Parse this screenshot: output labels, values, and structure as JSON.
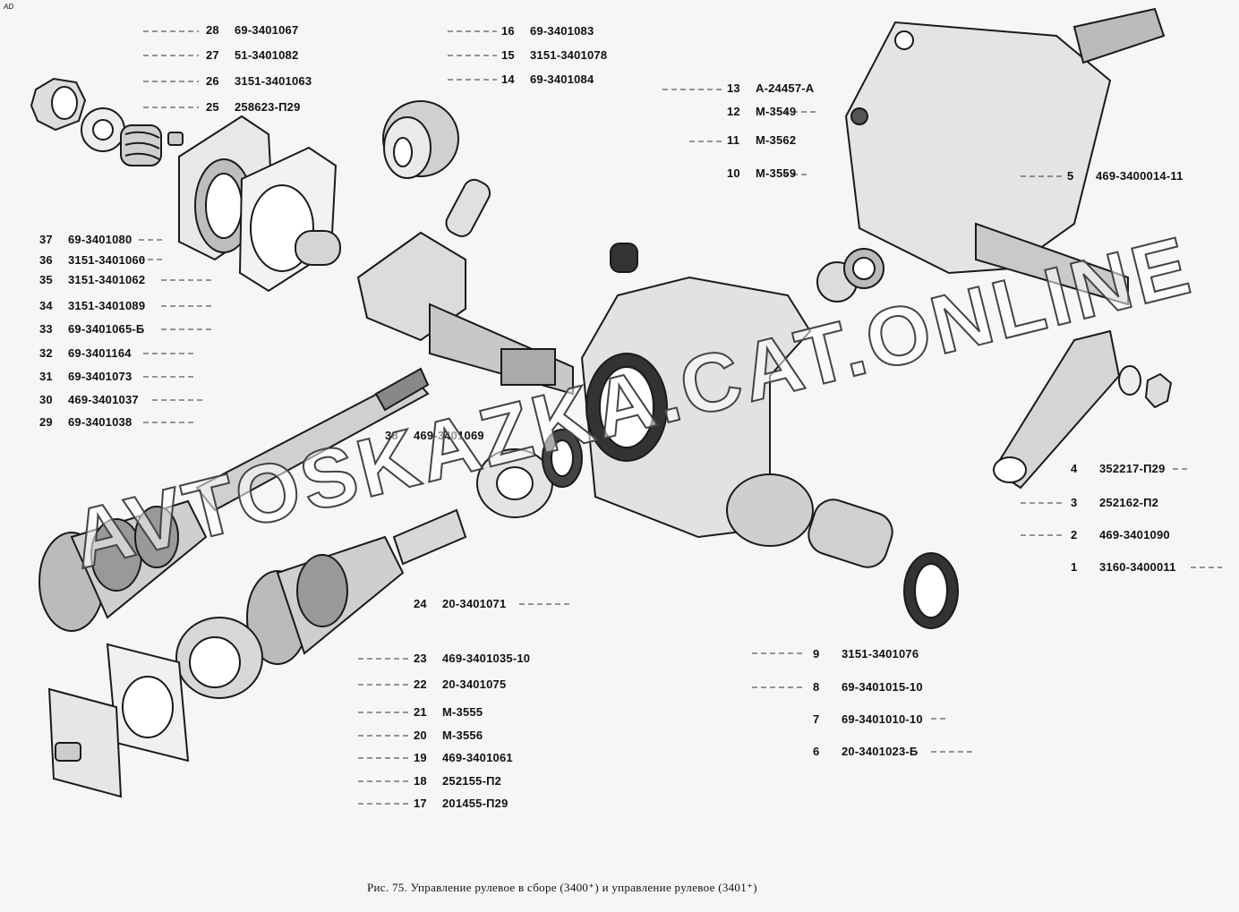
{
  "corner_mark": "AD",
  "watermark": "AVTOSKAZKA.CAT.ONLINE",
  "caption": "Рис. 75. Управление рулевое в сборе (3400⁺) и управление рулевое (3401⁺)",
  "callouts": [
    {
      "num": "28",
      "code": "69-3401067"
    },
    {
      "num": "27",
      "code": "51-3401082"
    },
    {
      "num": "26",
      "code": "3151-3401063"
    },
    {
      "num": "25",
      "code": "258623-П29"
    },
    {
      "num": "16",
      "code": "69-3401083"
    },
    {
      "num": "15",
      "code": "3151-3401078"
    },
    {
      "num": "14",
      "code": "69-3401084"
    },
    {
      "num": "13",
      "code": "А-24457-А"
    },
    {
      "num": "12",
      "code": "М-3549"
    },
    {
      "num": "11",
      "code": "М-3562"
    },
    {
      "num": "10",
      "code": "М-3559"
    },
    {
      "num": "5",
      "code": "469-3400014-11"
    },
    {
      "num": "37",
      "code": "69-3401080"
    },
    {
      "num": "36",
      "code": "3151-3401060"
    },
    {
      "num": "35",
      "code": "3151-3401062"
    },
    {
      "num": "34",
      "code": "3151-3401089"
    },
    {
      "num": "33",
      "code": "69-3401065-Б"
    },
    {
      "num": "32",
      "code": "69-3401164"
    },
    {
      "num": "31",
      "code": "69-3401073"
    },
    {
      "num": "30",
      "code": "469-3401037"
    },
    {
      "num": "29",
      "code": "69-3401038"
    },
    {
      "num": "38",
      "code": "469-3401069"
    },
    {
      "num": "4",
      "code": "352217-П29"
    },
    {
      "num": "3",
      "code": "252162-П2"
    },
    {
      "num": "2",
      "code": "469-3401090"
    },
    {
      "num": "1",
      "code": "3160-3400011"
    },
    {
      "num": "24",
      "code": "20-3401071"
    },
    {
      "num": "23",
      "code": "469-3401035-10"
    },
    {
      "num": "22",
      "code": "20-3401075"
    },
    {
      "num": "21",
      "code": "М-3555"
    },
    {
      "num": "20",
      "code": "М-3556"
    },
    {
      "num": "19",
      "code": "469-3401061"
    },
    {
      "num": "18",
      "code": "252155-П2"
    },
    {
      "num": "17",
      "code": "201455-П29"
    },
    {
      "num": "9",
      "code": "3151-3401076"
    },
    {
      "num": "8",
      "code": "69-3401015-10"
    },
    {
      "num": "7",
      "code": "69-3401010-10"
    },
    {
      "num": "6",
      "code": "20-3401023-Б"
    }
  ]
}
